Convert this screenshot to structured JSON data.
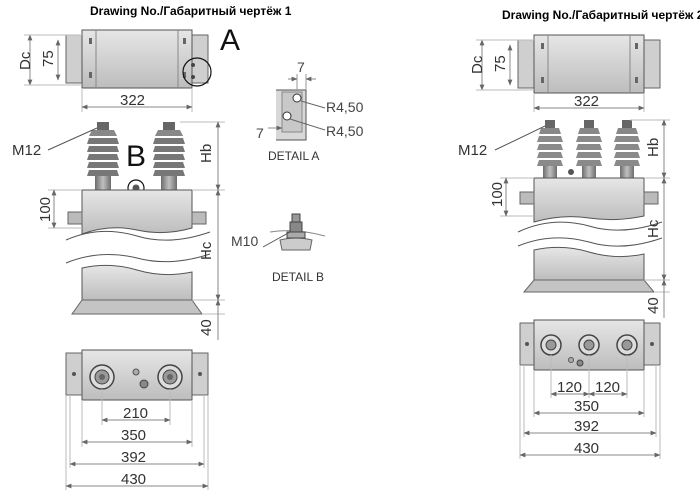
{
  "drawing1": {
    "title": "Drawing No./Габаритный чертёж 1",
    "top": {
      "dc": "Dc",
      "h75": "75",
      "w322": "322",
      "letter_a": "A"
    },
    "front": {
      "m12": "M12",
      "letter_b": "B",
      "hb": "Hb",
      "h100": "100",
      "hc": "Hc",
      "h40": "40"
    },
    "bottom": {
      "w210": "210",
      "w350": "350",
      "w392": "392",
      "w430": "430"
    }
  },
  "details": {
    "a": {
      "d7_top": "7",
      "d7_left": "7",
      "r1": "R4,50",
      "r2": "R4,50",
      "label": "DETAIL A"
    },
    "b": {
      "m10": "M10",
      "label": "DETAIL B"
    }
  },
  "drawing2": {
    "title": "Drawing No./Габаритный чертёж 2",
    "top": {
      "dc": "Dc",
      "h75": "75",
      "w322": "322"
    },
    "front": {
      "m12": "M12",
      "hb": "Hb",
      "h100": "100",
      "hc": "Hc",
      "h40": "40"
    },
    "bottom": {
      "w120a": "120",
      "w120b": "120",
      "w350": "350",
      "w392": "392",
      "w430": "430"
    }
  },
  "colors": {
    "body": "#d4d4d4",
    "body_dark": "#a9a9a9",
    "line": "#555555",
    "dim_line": "#888888"
  }
}
